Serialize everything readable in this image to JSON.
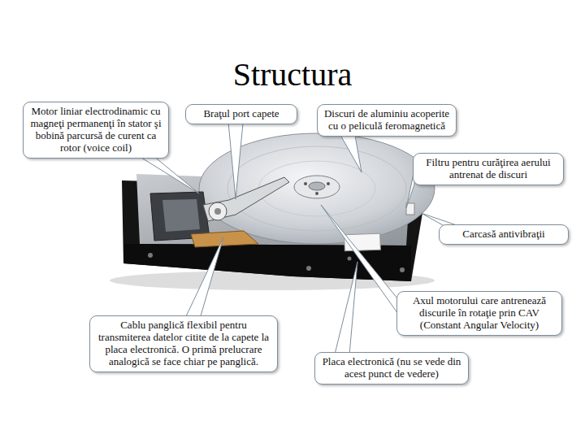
{
  "diagram": {
    "title": "Structura",
    "nodes": [
      {
        "text": [
          "Motor liniar electrodinamic cu magneţi permanenţi în stator şi bobină parcursă de curent ca rotor (voice coil)"
        ]
      },
      {
        "text": [
          "Braţul port capete"
        ]
      },
      {
        "text": [
          "Discuri de aluminiu acoperite cu o peliculă feromagnetică"
        ]
      },
      {
        "text": [
          "Filtru pentru curăţirea aerului antrenat de discuri"
        ]
      },
      {
        "text": [
          "Carcasă antivibraţii"
        ]
      },
      {
        "text": [
          "Axul motorului care antrenează discurile în rotaţie prin CAV (Constant Angular Velocity)"
        ]
      },
      {
        "text": [
          "Cablu panglică flexibil pentru transmiterea datelor citite de la capete la placa electronică. O primă prelucrare analogică se face chiar pe panglică."
        ]
      },
      {
        "text": [
          "Placa electronică (nu se vede din acest punct de vedere)"
        ]
      }
    ]
  }
}
